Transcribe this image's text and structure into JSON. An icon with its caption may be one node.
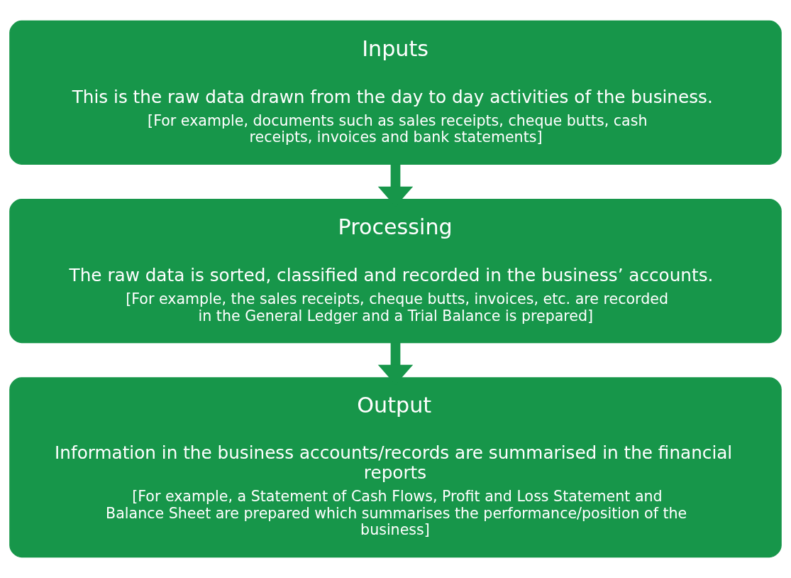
{
  "diagram": {
    "nodes": [
      {
        "text": [
          "Inputs",
          "This is the raw data drawn from the day to day activities of the business.",
          "[For example, documents such as sales receipts, cheque butts, cash receipts, invoices and bank statements]"
        ]
      },
      {
        "text": [
          "Processing",
          "The raw data is sorted, classified and recorded in the business’ accounts.",
          "[For example, the sales receipts, cheque butts, invoices, etc. are recorded in the General Ledger and a Trial Balance is prepared]"
        ]
      },
      {
        "text": [
          "Output",
          "Information in the business accounts/records are summarised in the financial reports",
          "[For example, a Statement of Cash Flows, Profit and Loss Statement and Balance Sheet are prepared which summarises the performance/position of the business]"
        ]
      }
    ],
    "edges": [
      {
        "from": 0,
        "to": 1,
        "arrow": "to"
      },
      {
        "from": 1,
        "to": 2,
        "arrow": "to"
      }
    ]
  }
}
